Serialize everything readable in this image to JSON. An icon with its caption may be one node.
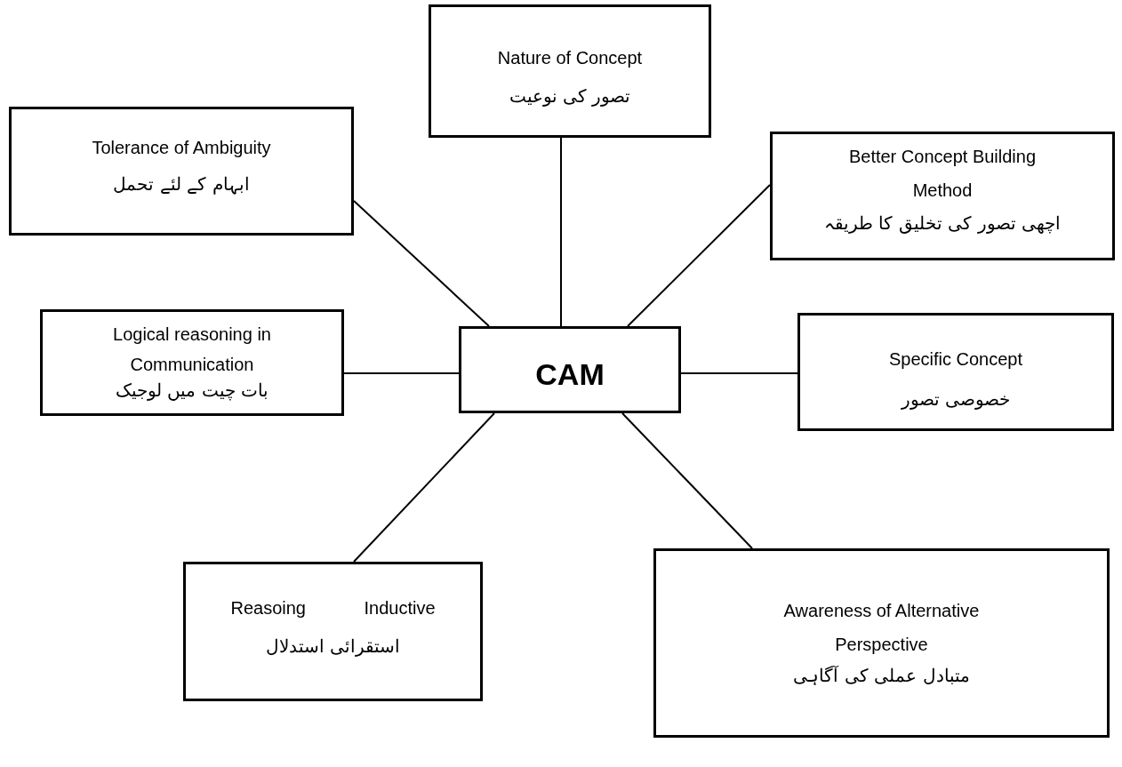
{
  "diagram": {
    "nodes": [
      {
        "text": [
          "CAM"
        ]
      },
      {
        "text": [
          "Nature of Concept",
          "تصور کی نوعیت"
        ]
      },
      {
        "text": [
          "Tolerance of Ambiguity",
          "ابہام کے لئے تحمل"
        ]
      },
      {
        "text": [
          "Better Concept Building Method",
          "اچھی تصور کی تخلیق کا طریقہ"
        ]
      },
      {
        "text": [
          "Logical reasoning in Communication",
          "بات چیت میں لوجیک"
        ]
      },
      {
        "text": [
          "Specific Concept",
          "خصوصی تصور"
        ]
      },
      {
        "text": [
          "Reasoing Inductive",
          "استقرائی استدلال"
        ]
      },
      {
        "text": [
          "Awareness of Alternative Perspective",
          "متبادل عملی کی آگاہی"
        ]
      }
    ],
    "edges": [
      {
        "from": 0,
        "to": 1,
        "arrow": "none"
      },
      {
        "from": 0,
        "to": 2,
        "arrow": "none"
      },
      {
        "from": 0,
        "to": 3,
        "arrow": "none"
      },
      {
        "from": 0,
        "to": 4,
        "arrow": "none"
      },
      {
        "from": 0,
        "to": 5,
        "arrow": "none"
      },
      {
        "from": 0,
        "to": 6,
        "arrow": "none"
      },
      {
        "from": 0,
        "to": 7,
        "arrow": "none"
      }
    ]
  }
}
